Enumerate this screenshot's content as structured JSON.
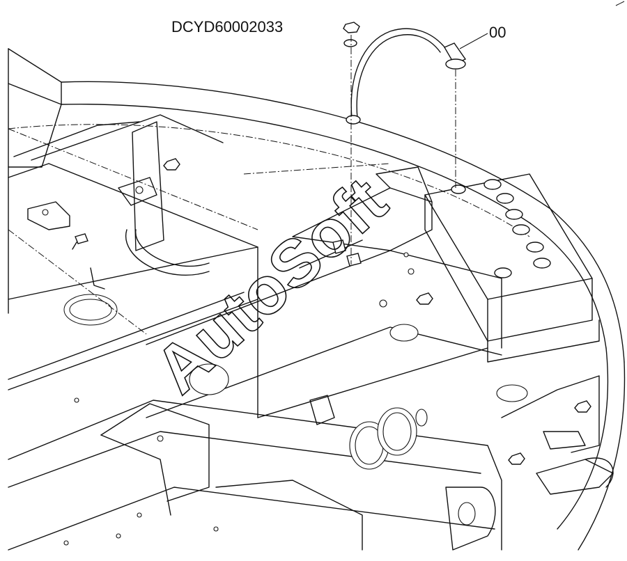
{
  "drawing_code": "DCYD60002033",
  "callouts": [
    {
      "id": "battery-cable",
      "label": "00"
    }
  ],
  "watermark": "AutoSoft",
  "colors": {
    "line": "#111111",
    "background": "#ffffff"
  }
}
